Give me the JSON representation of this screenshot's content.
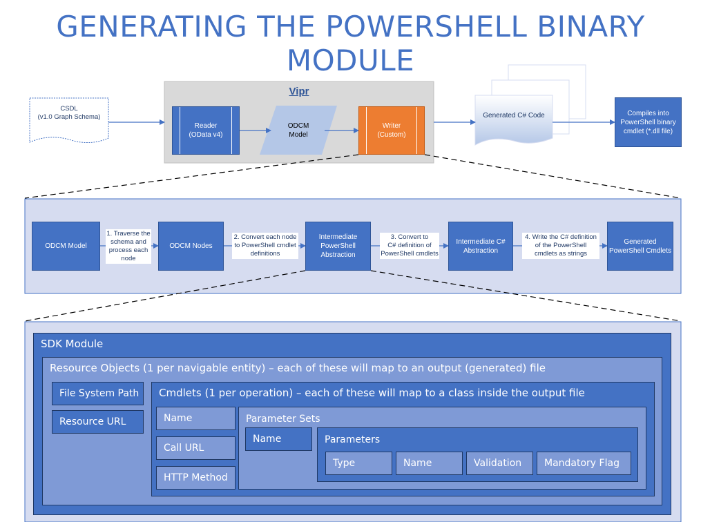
{
  "title": "GENERATING THE POWERSHELL BINARY MODULE",
  "top_flow": {
    "csdl": "CSDL\n(v1.0 Graph Schema)",
    "vipr_label": "Vipr",
    "reader": "Reader\n(OData v4)",
    "odcm_model": "ODCM\nModel",
    "writer": "Writer\n(Custom)",
    "generated_code": "Generated C# Code",
    "compiles": "Compiles into\nPowerShell binary\ncmdlet (*.dll file)"
  },
  "middle_flow": {
    "nodes": [
      "ODCM Model",
      "ODCM Nodes",
      "Intermediate\nPowerShell\nAbstraction",
      "Intermediate C#\nAbstraction",
      "Generated\nPowerShell Cmdlets"
    ],
    "steps": [
      "1. Traverse the\nschema and\nprocess each\nnode",
      "2. Convert each node\nto PowerShell cmdlet\ndefinitions",
      "3. Convert to\nC# definition of\nPowerShell cmdlets",
      "4. Write the C# definition\nof the PowerShell\ncmdlets as strings"
    ]
  },
  "sdk": {
    "module": "SDK Module",
    "resource_objects": "Resource Objects (1 per navigable entity) – each of these will map to an output (generated) file",
    "file_system_path": "File System Path",
    "resource_url": "Resource URL",
    "cmdlets": "Cmdlets (1 per operation) – each of these will map to a class inside the output file",
    "cmdlet_name": "Name",
    "call_url": "Call URL",
    "http_method": "HTTP Method",
    "parameter_sets": "Parameter Sets",
    "param_set_name": "Name",
    "parameters": "Parameters",
    "param_type": "Type",
    "param_name": "Name",
    "param_validation": "Validation",
    "param_mandatory": "Mandatory Flag"
  },
  "colors": {
    "accent": "#4472c4",
    "writer": "#ed7d31",
    "vipr_bg": "#d9d9d9",
    "band_bg": "#d6dcf0"
  }
}
